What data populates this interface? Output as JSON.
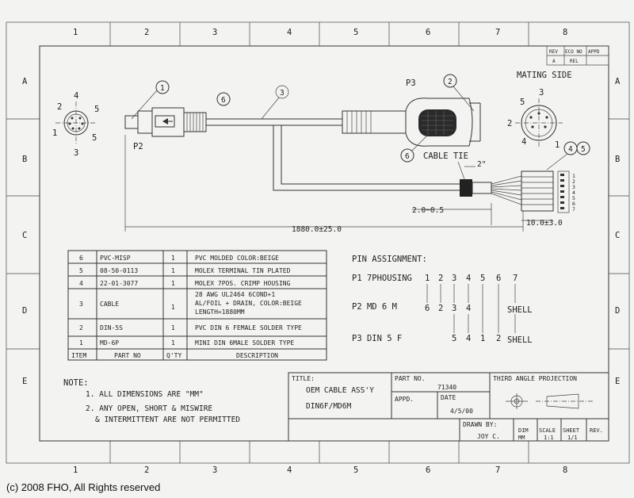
{
  "grid": {
    "columns": [
      "1",
      "2",
      "3",
      "4",
      "5",
      "6",
      "7",
      "8"
    ],
    "rows": [
      "A",
      "B",
      "C",
      "D",
      "E"
    ]
  },
  "revision_block": {
    "headers": [
      "REV",
      "ECO NO",
      "APPD"
    ],
    "values": [
      "A",
      "REL",
      ""
    ]
  },
  "connector_p2": {
    "label": "P2",
    "pins": [
      "4",
      "2",
      "1",
      "5",
      "5",
      "3"
    ]
  },
  "connector_p3": {
    "label": "P3",
    "mating_side": "MATING SIDE",
    "pins": [
      "3",
      "5",
      "2",
      "1",
      "4"
    ]
  },
  "callouts": [
    "1",
    "6",
    "3",
    "2",
    "6",
    "4",
    "5"
  ],
  "cable_tie": "CABLE TIE",
  "dims": {
    "overall": "1880.0±25.0",
    "tie_offset": "2.0~0.5",
    "strip": "10.0±3.0",
    "two_inch": "2\""
  },
  "housing_pins": [
    "1",
    "2",
    "3",
    "4",
    "5",
    "6",
    "7"
  ],
  "bom": {
    "headers": [
      "ITEM",
      "PART NO",
      "Q'TY",
      "DESCRIPTION"
    ],
    "rows": [
      {
        "item": "6",
        "part": "PVC-MISP",
        "qty": "1",
        "desc": [
          "PVC MOLDED COLOR:BEIGE"
        ]
      },
      {
        "item": "5",
        "part": "08-50-0113",
        "qty": "1",
        "desc": [
          "MOLEX TERMINAL TIN PLATED"
        ]
      },
      {
        "item": "4",
        "part": "22-01-3077",
        "qty": "1",
        "desc": [
          "MOLEX 7POS. CRIMP HOUSING"
        ]
      },
      {
        "item": "3",
        "part": "CABLE",
        "qty": "1",
        "desc": [
          "28 AWG UL2464 6COND+1",
          "AL/FOIL + DRAIN, COLOR:BEIGE",
          "LENGTH=1880MM"
        ]
      },
      {
        "item": "2",
        "part": "DIN-5S",
        "qty": "1",
        "desc": [
          "PVC DIN 6 FEMALE SOLDER TYPE"
        ]
      },
      {
        "item": "1",
        "part": "MD-6P",
        "qty": "1",
        "desc": [
          "MINI DIN 6MALE SOLDER TYPE"
        ]
      }
    ]
  },
  "pin_assignment": {
    "title": "PIN ASSIGNMENT:",
    "rows": [
      {
        "label": "P1 7PHOUSING",
        "pins": [
          "1",
          "2",
          "3",
          "4",
          "5",
          "6",
          "7"
        ]
      },
      {
        "label": "P2 MD 6 M",
        "pins": [
          "6",
          "2",
          "3",
          "4",
          "",
          "",
          "SHELL"
        ]
      },
      {
        "label": "P3 DIN 5 F",
        "pins": [
          "",
          "",
          "5",
          "4",
          "1",
          "2",
          "SHELL"
        ]
      }
    ]
  },
  "notes": {
    "heading": "NOTE:",
    "lines": [
      "1. ALL DIMENSIONS ARE \"MM\"",
      "2. ANY OPEN, SHORT & MISWIRE",
      "& INTERMITTENT ARE NOT PERMITTED"
    ]
  },
  "title_block": {
    "title_label": "TITLE:",
    "title_lines": [
      "OEM CABLE ASS'Y",
      "DIN6F/MD6M"
    ],
    "part_no_label": "PART NO.",
    "part_no": "71340",
    "appd_label": "APPD.",
    "date_label": "DATE",
    "date": "4/5/00",
    "projection": "THIRD ANGLE PROJECTION",
    "drawn_by_label": "DRAWN BY:",
    "drawn_by": "JOY C.",
    "dim_label": "DIM",
    "dim": "MM",
    "scale_label": "SCALE",
    "scale": "1:1",
    "sheet_label": "SHEET",
    "sheet": "1/1",
    "rev_label": "REV."
  },
  "copyright": "(c) 2008 FHO, All Rights reserved"
}
